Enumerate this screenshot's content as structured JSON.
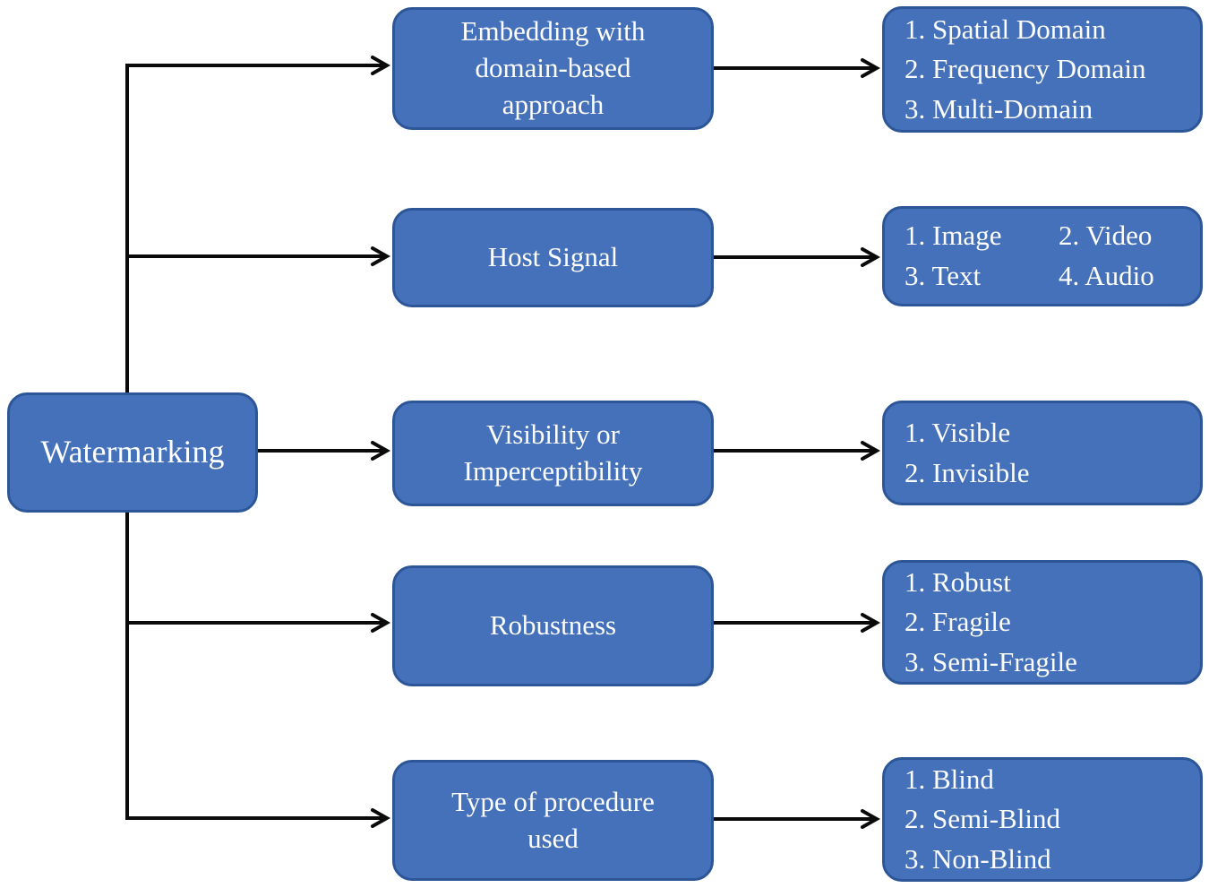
{
  "colors": {
    "box_fill": "#4471B9",
    "box_border": "#2C5698",
    "box_text": "#FFFFFF",
    "connector": "#0A0A0A"
  },
  "root": {
    "label": "Watermarking"
  },
  "rows": [
    {
      "category": "Embedding with\ndomain-based\napproach",
      "items": [
        "1. Spatial Domain",
        "2. Frequency Domain",
        "3. Multi-Domain"
      ]
    },
    {
      "category": "Host Signal",
      "items": [
        "1. Image",
        "2. Video",
        "3. Text",
        "4. Audio"
      ]
    },
    {
      "category": "Visibility  or\nImperceptibility",
      "items": [
        "1. Visible",
        "2. Invisible"
      ]
    },
    {
      "category": "Robustness",
      "items": [
        "1. Robust",
        "2. Fragile",
        "3. Semi-Fragile"
      ]
    },
    {
      "category": "Type of procedure\nused",
      "items": [
        "1. Blind",
        "2. Semi-Blind",
        "3. Non-Blind"
      ]
    }
  ]
}
